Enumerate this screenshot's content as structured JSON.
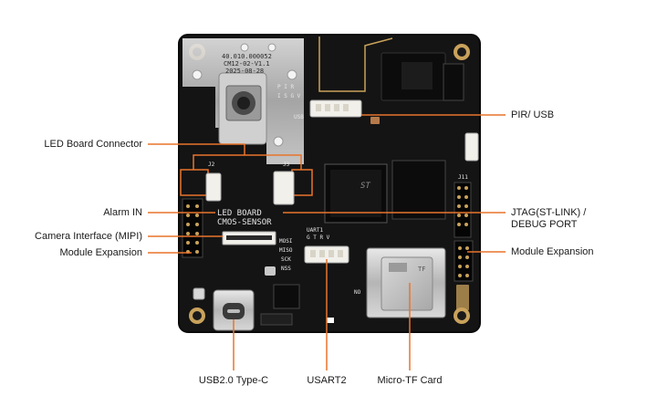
{
  "board": {
    "part_number": "40.010.000052",
    "revision": "CM12-02-V1.1",
    "date": "2025-08-28",
    "silk_led_board": "LED BOARD",
    "silk_cmos_sensor": "CMOS-SENSOR",
    "silk_usb": "USB",
    "silk_pir": "P I R",
    "silk_isgv": "I S G V",
    "silk_uart1": "UART1",
    "silk_gtrv": "G T R V",
    "silk_mosi": "MOSI",
    "silk_miso": "MISO",
    "silk_sck": "SCK",
    "silk_nss": "NSS",
    "silk_j2": "J2",
    "silk_j3": "J3",
    "silk_j11": "J11",
    "silk_chip": "ST",
    "silk_tf": "TF",
    "silk_no": "NO"
  },
  "callouts": {
    "pir_usb": "PIR/ USB",
    "led_board_connector": "LED Board Connector",
    "alarm_in": "Alarm IN",
    "camera_interface": "Camera Interface (MIPI)",
    "module_expansion_left": "Module Expansion",
    "jtag_line1": "JTAG(ST-LINK) /",
    "jtag_line2": "DEBUG PORT",
    "module_expansion_right": "Module Expansion",
    "usb_type_c": "USB2.0 Type-C",
    "usart2": "USART2",
    "micro_tf_card": "Micro-TF Card"
  },
  "colors": {
    "pcb": "#141414",
    "pcb_edge": "#0a0a0a",
    "leader": "#e8742c",
    "connector": "#f2f0ea",
    "gold": "#c9a25b",
    "metal": "#c9c9c9",
    "silkscreen": "#e6e6e6"
  }
}
